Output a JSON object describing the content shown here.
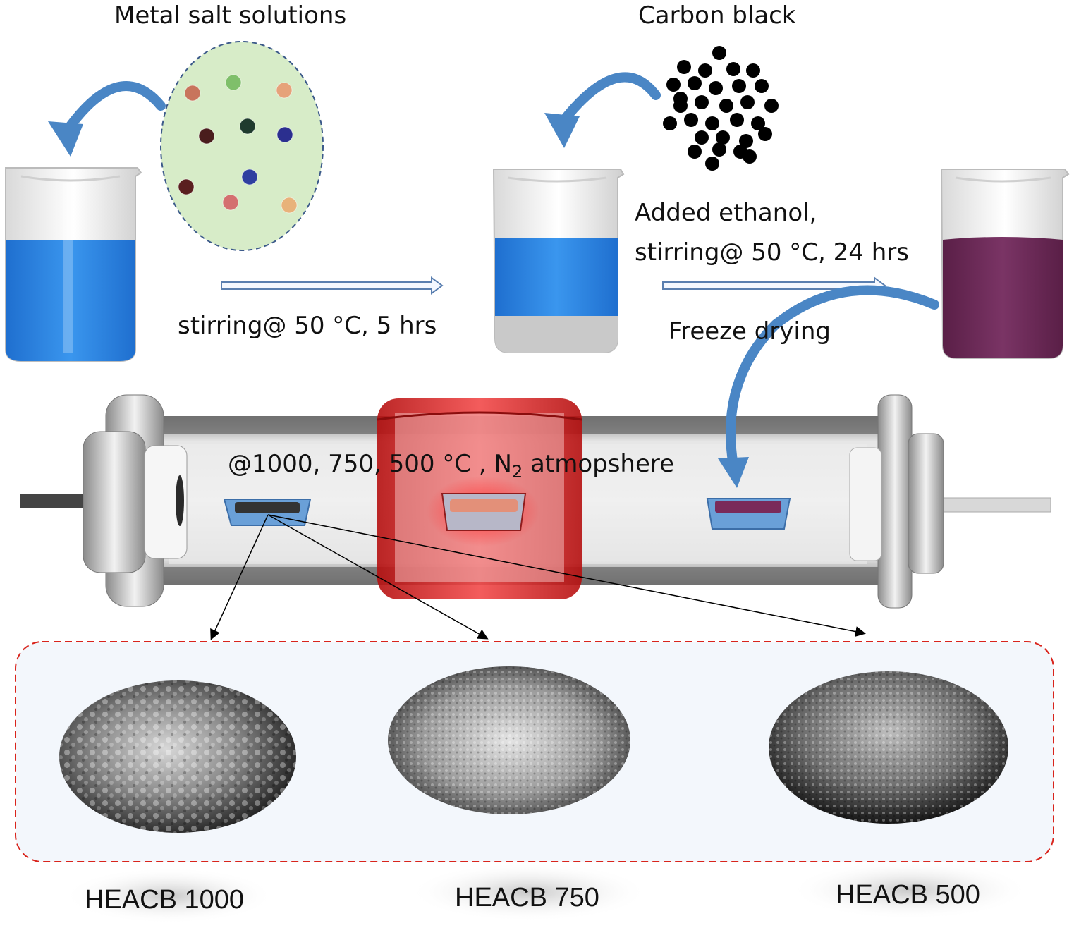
{
  "labels": {
    "metal_salt": "Metal salt solutions",
    "carbon_black": "Carbon black",
    "stirring_5h": "stirring@ 50 °C, 5 hrs",
    "added_ethanol_line1": "Added ethanol,",
    "added_ethanol_line2": "stirring@ 50 °C, 24 hrs",
    "freeze_drying": "Freeze drying",
    "tube_conditions_prefix": "@1000, 750, 500 °C , N",
    "tube_conditions_sub": "2",
    "tube_conditions_suffix": " atmopshere"
  },
  "samples": [
    {
      "label": "HEACB 1000"
    },
    {
      "label": "HEACB 750"
    },
    {
      "label": "HEACB 500"
    }
  ],
  "colors": {
    "blue_liquid": "#2b86e0",
    "purple_liquid": "#6b2a56",
    "furnace_red": "#e11f1f",
    "arrow_blue": "#4a86c5",
    "dashed_border": "#d9241c",
    "metal_bubble": "#d7ecc8",
    "carbon": "#000000"
  },
  "particle_colors": [
    "#c8745c",
    "#7fbf6a",
    "#e6a27a",
    "#4a1d1d",
    "#1f3b2e",
    "#2b2f8f",
    "#5a1f1f",
    "#2f3fa0",
    "#d47070",
    "#e8b27a"
  ]
}
